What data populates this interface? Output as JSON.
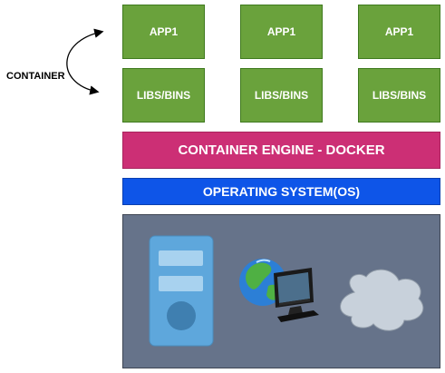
{
  "label": "CONTAINER",
  "apps": [
    {
      "label": "APP1"
    },
    {
      "label": "APP1"
    },
    {
      "label": "APP1"
    }
  ],
  "libs": [
    {
      "label": "LIBS/BINS"
    },
    {
      "label": "LIBS/BINS"
    },
    {
      "label": "LIBS/BINS"
    }
  ],
  "engine": {
    "label": "CONTAINER ENGINE - DOCKER"
  },
  "os": {
    "label": "OPERATING SYSTEM(OS)"
  },
  "hardware": {
    "icons": [
      "server-tower-icon",
      "globe-monitor-icon",
      "cloud-icon"
    ]
  },
  "colors": {
    "app_green": "#6aa23c",
    "engine_pink": "#cc2f75",
    "os_blue": "#0e55e8",
    "hardware_slate": "#66738a"
  }
}
